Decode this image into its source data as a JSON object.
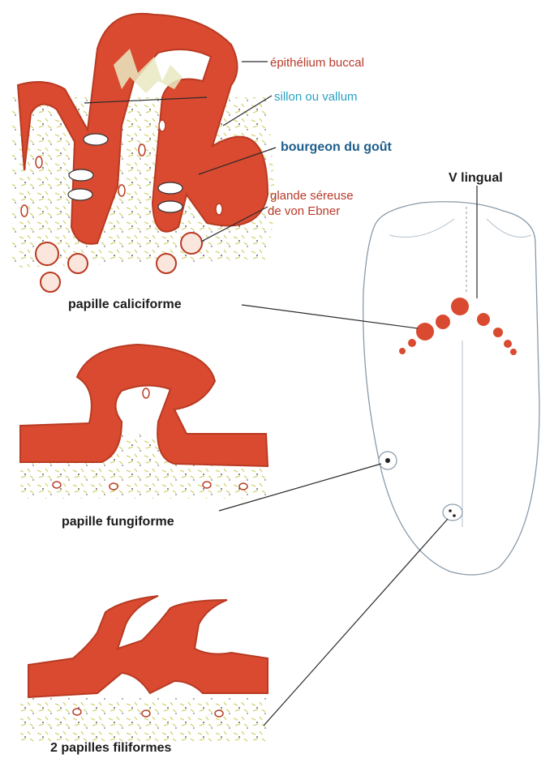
{
  "colors": {
    "tissue": "#d94a30",
    "tissue_edge": "#b83a22",
    "connective": "#d9d98a",
    "label_red": "#b83a2a",
    "label_cyan": "#29a3c4",
    "label_blue": "#1d5d8c",
    "label_black": "#1c1c1c",
    "tongue_outline": "#8a9aa8",
    "leader": "#2a2a2a"
  },
  "labels": {
    "epithelium": "épithélium buccal",
    "sillon": "sillon ou vallum",
    "bourgeon": "bourgeon du goût",
    "glande_line1": "glande séreuse",
    "glande_line2": "de von Ebner",
    "v_lingual": "V lingual",
    "caliciforme": "papille caliciforme",
    "fungiforme": "papille fungiforme",
    "filiformes": "2 papilles filiformes"
  }
}
